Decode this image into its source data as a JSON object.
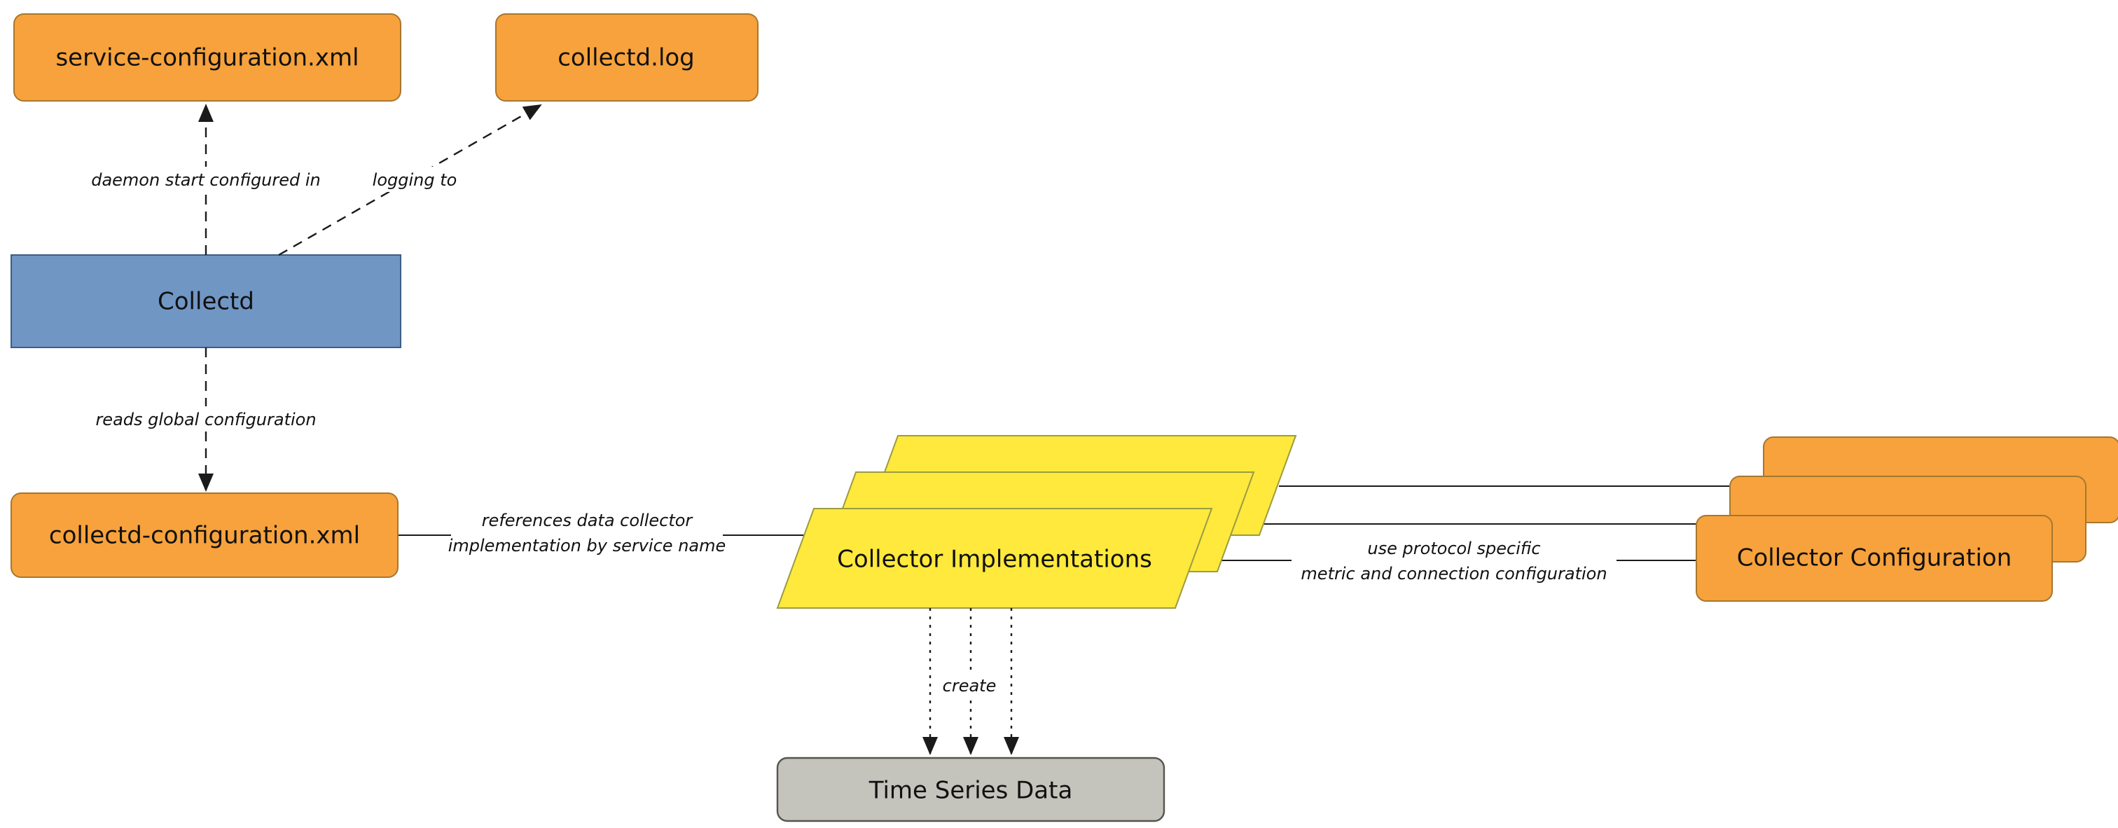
{
  "nodes": {
    "service_configuration": {
      "label": "service-configuration.xml"
    },
    "collectd_log": {
      "label": "collectd.log"
    },
    "collectd": {
      "label": "Collectd"
    },
    "collectd_configuration": {
      "label": "collectd-configuration.xml"
    },
    "collector_implementations": {
      "label": "Collector Implementations"
    },
    "collector_configuration": {
      "label": "Collector Configuration"
    },
    "time_series_data": {
      "label": "Time Series Data"
    }
  },
  "edges": {
    "daemon_start": {
      "label": "daemon start configured in"
    },
    "logging_to": {
      "label": "logging to"
    },
    "reads_global": {
      "label": "reads global configuration"
    },
    "references": {
      "line1": "references data collector",
      "line2": "implementation by service name"
    },
    "protocol": {
      "line1": "use protocol specific",
      "line2": "metric and connection configuration"
    },
    "create": {
      "label": "create"
    }
  },
  "colors": {
    "orange": "#F7A23C",
    "blue": "#7096C4",
    "yellow": "#FFE93C",
    "gray": "#C4C3BC",
    "line": "#1a1a1a"
  }
}
